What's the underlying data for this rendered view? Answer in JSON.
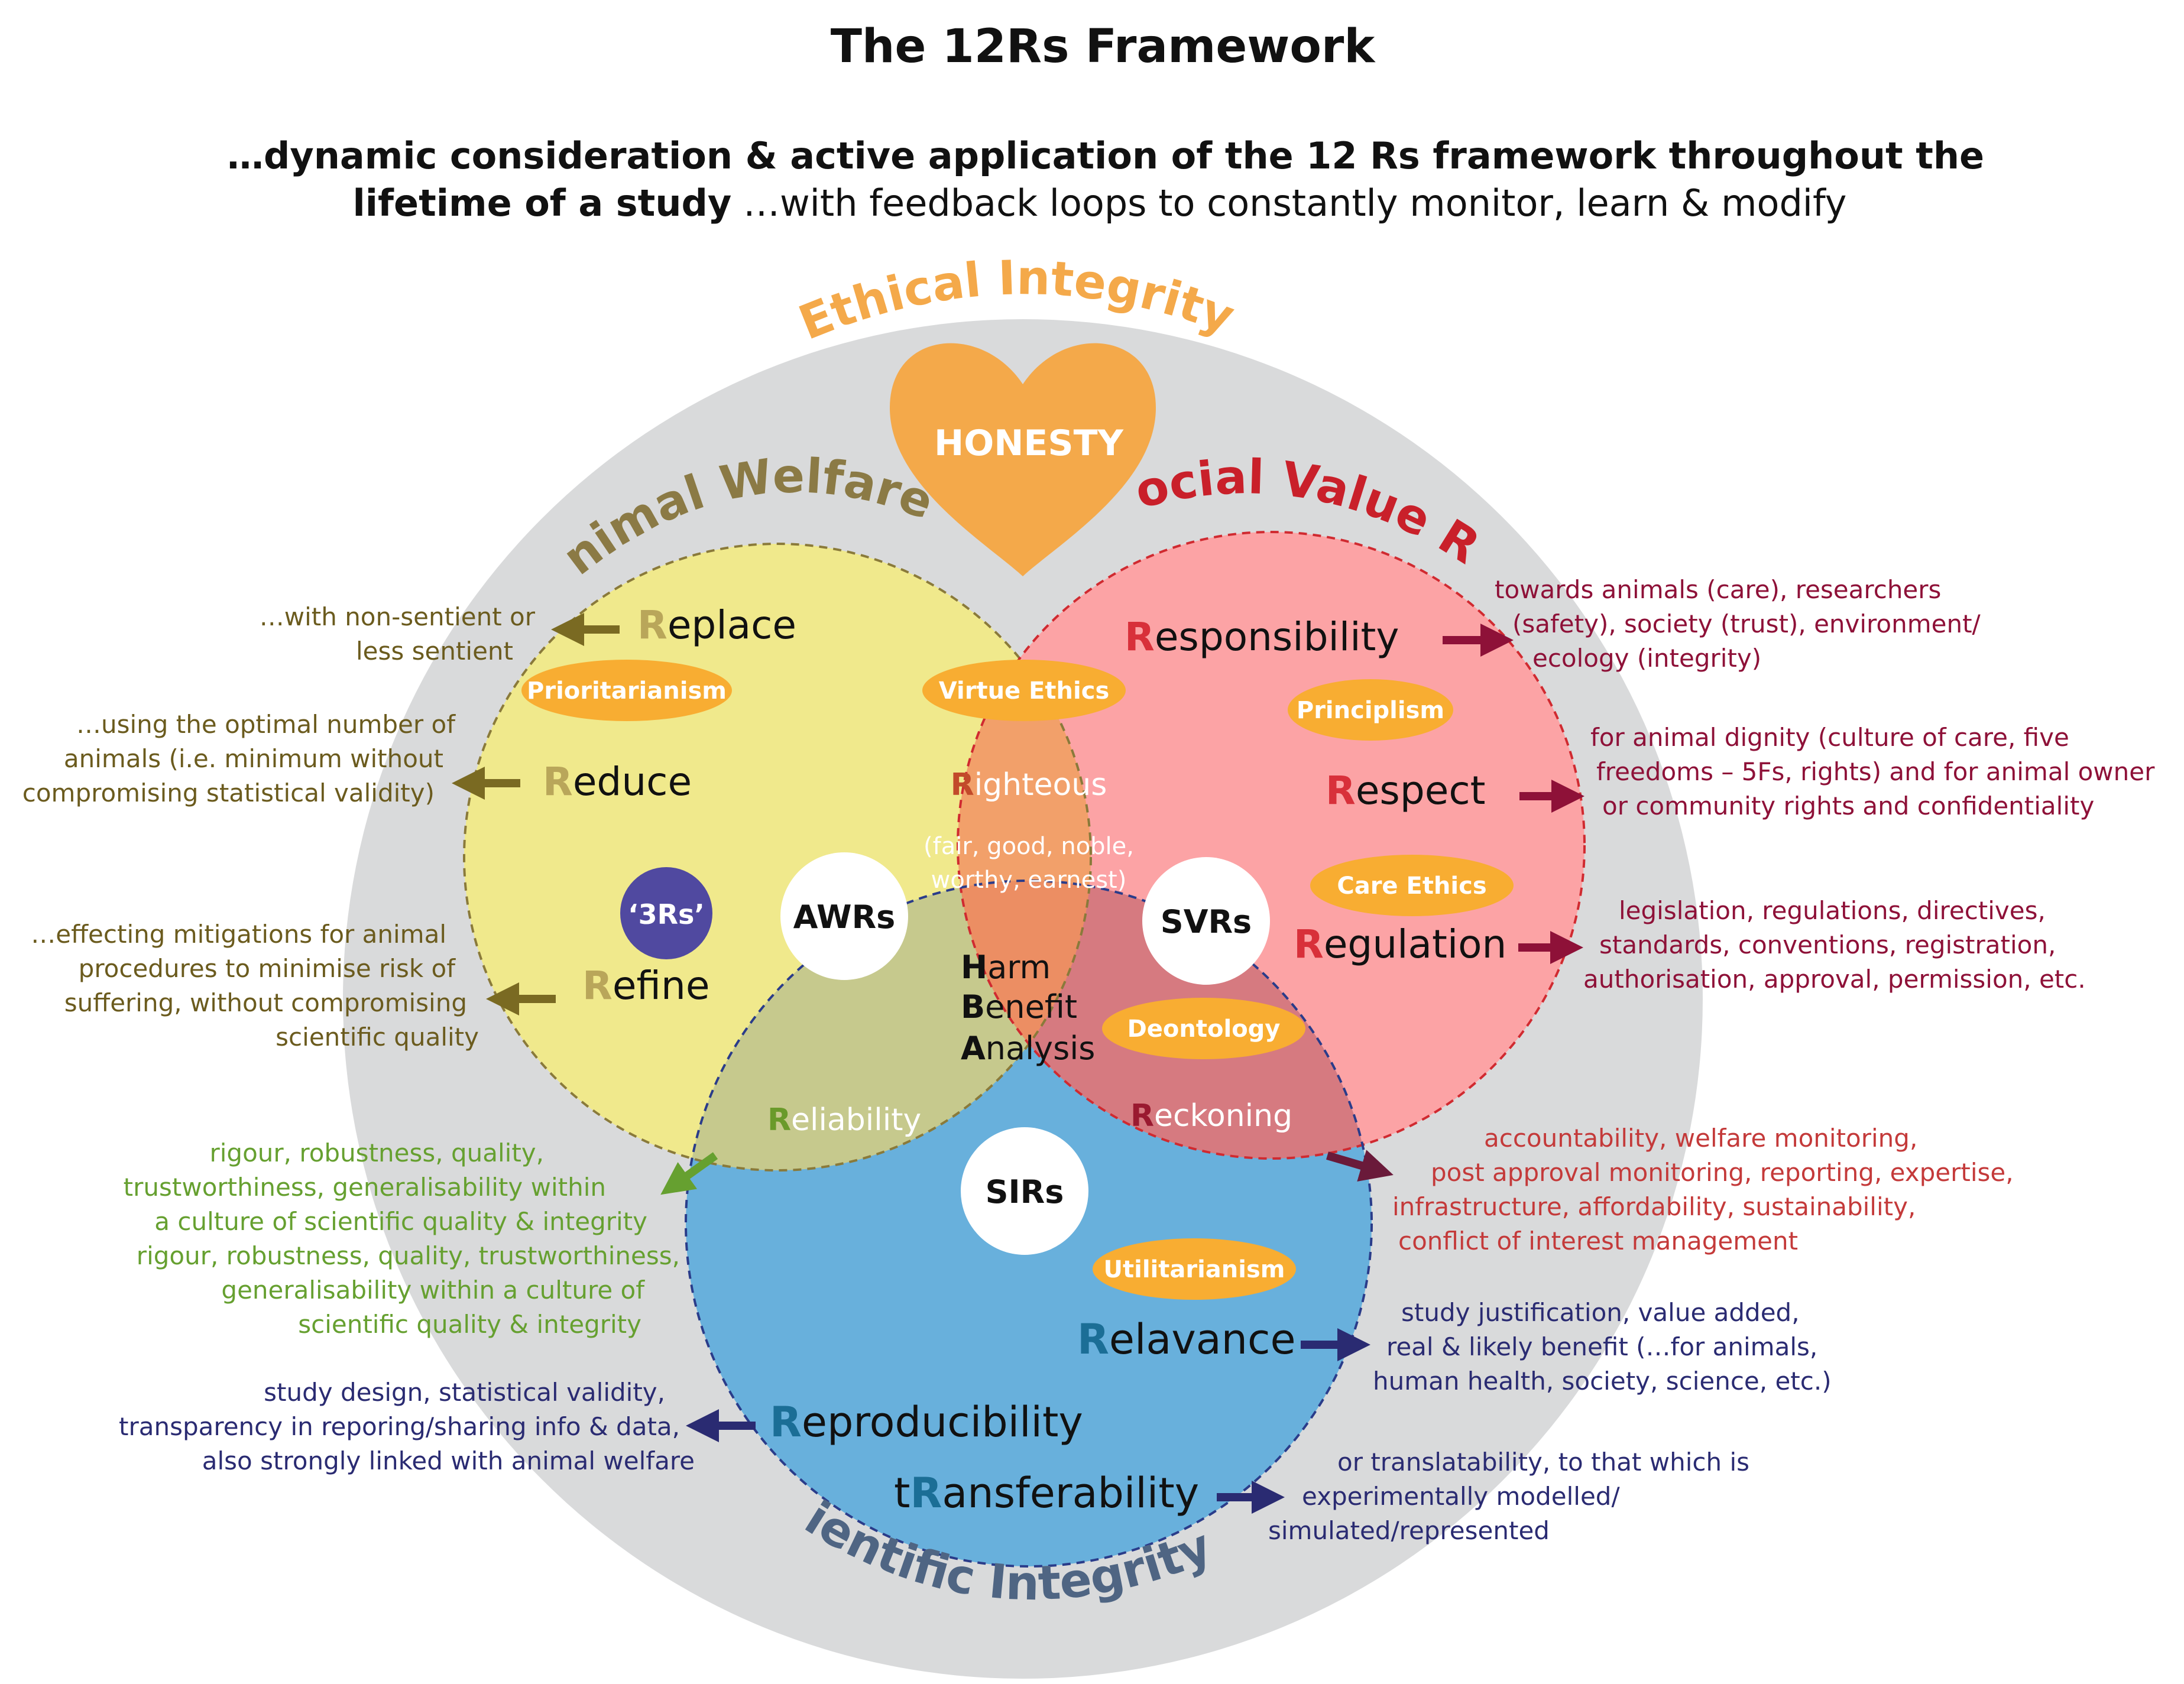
{
  "title": "The 12Rs Framework",
  "subtitle": {
    "line1": "…dynamic consideration & active application of the 12 Rs framework throughout the",
    "line2_bold": "lifetime of a study",
    "line2_rest": " …with feedback loops to constantly monitor, learn & modify"
  },
  "outer_label": "Ethical Integrity",
  "heart_label": "HONESTY",
  "circle_labels": {
    "animal_welfare": "Animal Welfare Rs",
    "social_value": "Social Value Rs",
    "scientific_integrity": "Scientific Integrity Rs"
  },
  "nodes": {
    "awr": "AWRs",
    "svr": "SVRs",
    "sir": "SIRs"
  },
  "badge_3rs": "‘3Rs’",
  "pills": {
    "prioritarianism": "Prioritarianism",
    "virtue_ethics": "Virtue Ethics",
    "principlism": "Principlism",
    "care_ethics": "Care Ethics",
    "deontology": "Deontology",
    "utilitarianism": "Utilitarianism"
  },
  "rs": {
    "replace": {
      "cap": "R",
      "rest": "eplace"
    },
    "reduce": {
      "cap": "R",
      "rest": "educe"
    },
    "refine": {
      "cap": "R",
      "rest": "efine"
    },
    "responsibility": {
      "cap": "R",
      "rest": "esponsibility"
    },
    "respect": {
      "cap": "R",
      "rest": "espect"
    },
    "regulation": {
      "cap": "R",
      "rest": "egulation"
    },
    "righteous": {
      "cap": "R",
      "rest": "ighteous"
    },
    "reliability": {
      "cap": "R",
      "rest": "eliability"
    },
    "reckoning": {
      "cap": "R",
      "rest": "eckoning"
    },
    "relavance": {
      "cap": "R",
      "rest": "elavance"
    },
    "reproducibility": {
      "cap": "R",
      "rest": "eproducibility"
    },
    "transferability": {
      "pre": "t",
      "cap": "R",
      "rest": "ansferability"
    }
  },
  "righteous_desc": [
    "(fair, good, noble,",
    "worthy, earnest)"
  ],
  "hba": {
    "harm": {
      "cap": "H",
      "rest": "arm"
    },
    "benefit": {
      "cap": "B",
      "rest": "enefit"
    },
    "analysis": {
      "cap": "A",
      "rest": "nalysis"
    }
  },
  "notes": {
    "replace": [
      "…with non-sentient or",
      "less sentient"
    ],
    "reduce": [
      "…using the optimal number of",
      "animals (i.e. minimum without",
      "compromising statistical validity)"
    ],
    "refine": [
      "…effecting mitigations for animal",
      "procedures to minimise risk of",
      "suffering, without compromising",
      "scientific quality"
    ],
    "responsibility": [
      "towards animals (care), researchers",
      "(safety), society (trust), environment/",
      "ecology (integrity)"
    ],
    "respect": [
      "for animal dignity (culture of care, five",
      "freedoms – 5Fs, rights) and for animal owner",
      "or community rights and confidentiality"
    ],
    "regulation": [
      "legislation, regulations, directives,",
      "standards, conventions, registration,",
      "authorisation, approval, permission, etc."
    ],
    "reliability": [
      "rigour, robustness, quality,",
      "trustworthiness, generalisability within",
      "a culture of scientific quality & integrity",
      "rigour, robustness, quality, trustworthiness,",
      "generalisability within a culture of",
      "scientific quality & integrity"
    ],
    "reckoning": [
      "accountability, welfare monitoring,",
      "post approval monitoring, reporting, expertise,",
      "infrastructure, affordability, sustainability,",
      "conflict of interest management"
    ],
    "relavance": [
      "study justification, value added,",
      "real & likely benefit (…for animals,",
      "human health, society, science, etc.)"
    ],
    "reproducibility": [
      "study design, statistical validity,",
      "transparency in reporing/sharing info & data,",
      "also strongly linked with animal welfare"
    ],
    "transferability": [
      "or translatability, to that which is",
      "experimentally modelled/",
      "simulated/represented"
    ]
  },
  "colors": {
    "outer_grey": "#d9dadb",
    "yellow": "#f0e98c",
    "pink": "#fca3a5",
    "blue": "#68b0dc",
    "orange_lens": "#f2a06a",
    "center": "#ec8e63",
    "olive_lens": "#c6c98d",
    "mauve_lens": "#d67a80",
    "heart": "#f4a94a",
    "pill": "#f8ad32",
    "badge": "#5049a0",
    "olive_text": "#6b5b1e",
    "crimson_text": "#8e1138",
    "red_text": "#c43a3a",
    "green_text": "#66a030",
    "navy_text": "#2a2b72",
    "teal_r": "#1b6e96",
    "label_brown": "#8b7a45",
    "label_red": "#c9202a",
    "label_slate": "#4f6583",
    "ethical_orange": "#f4a94a"
  }
}
